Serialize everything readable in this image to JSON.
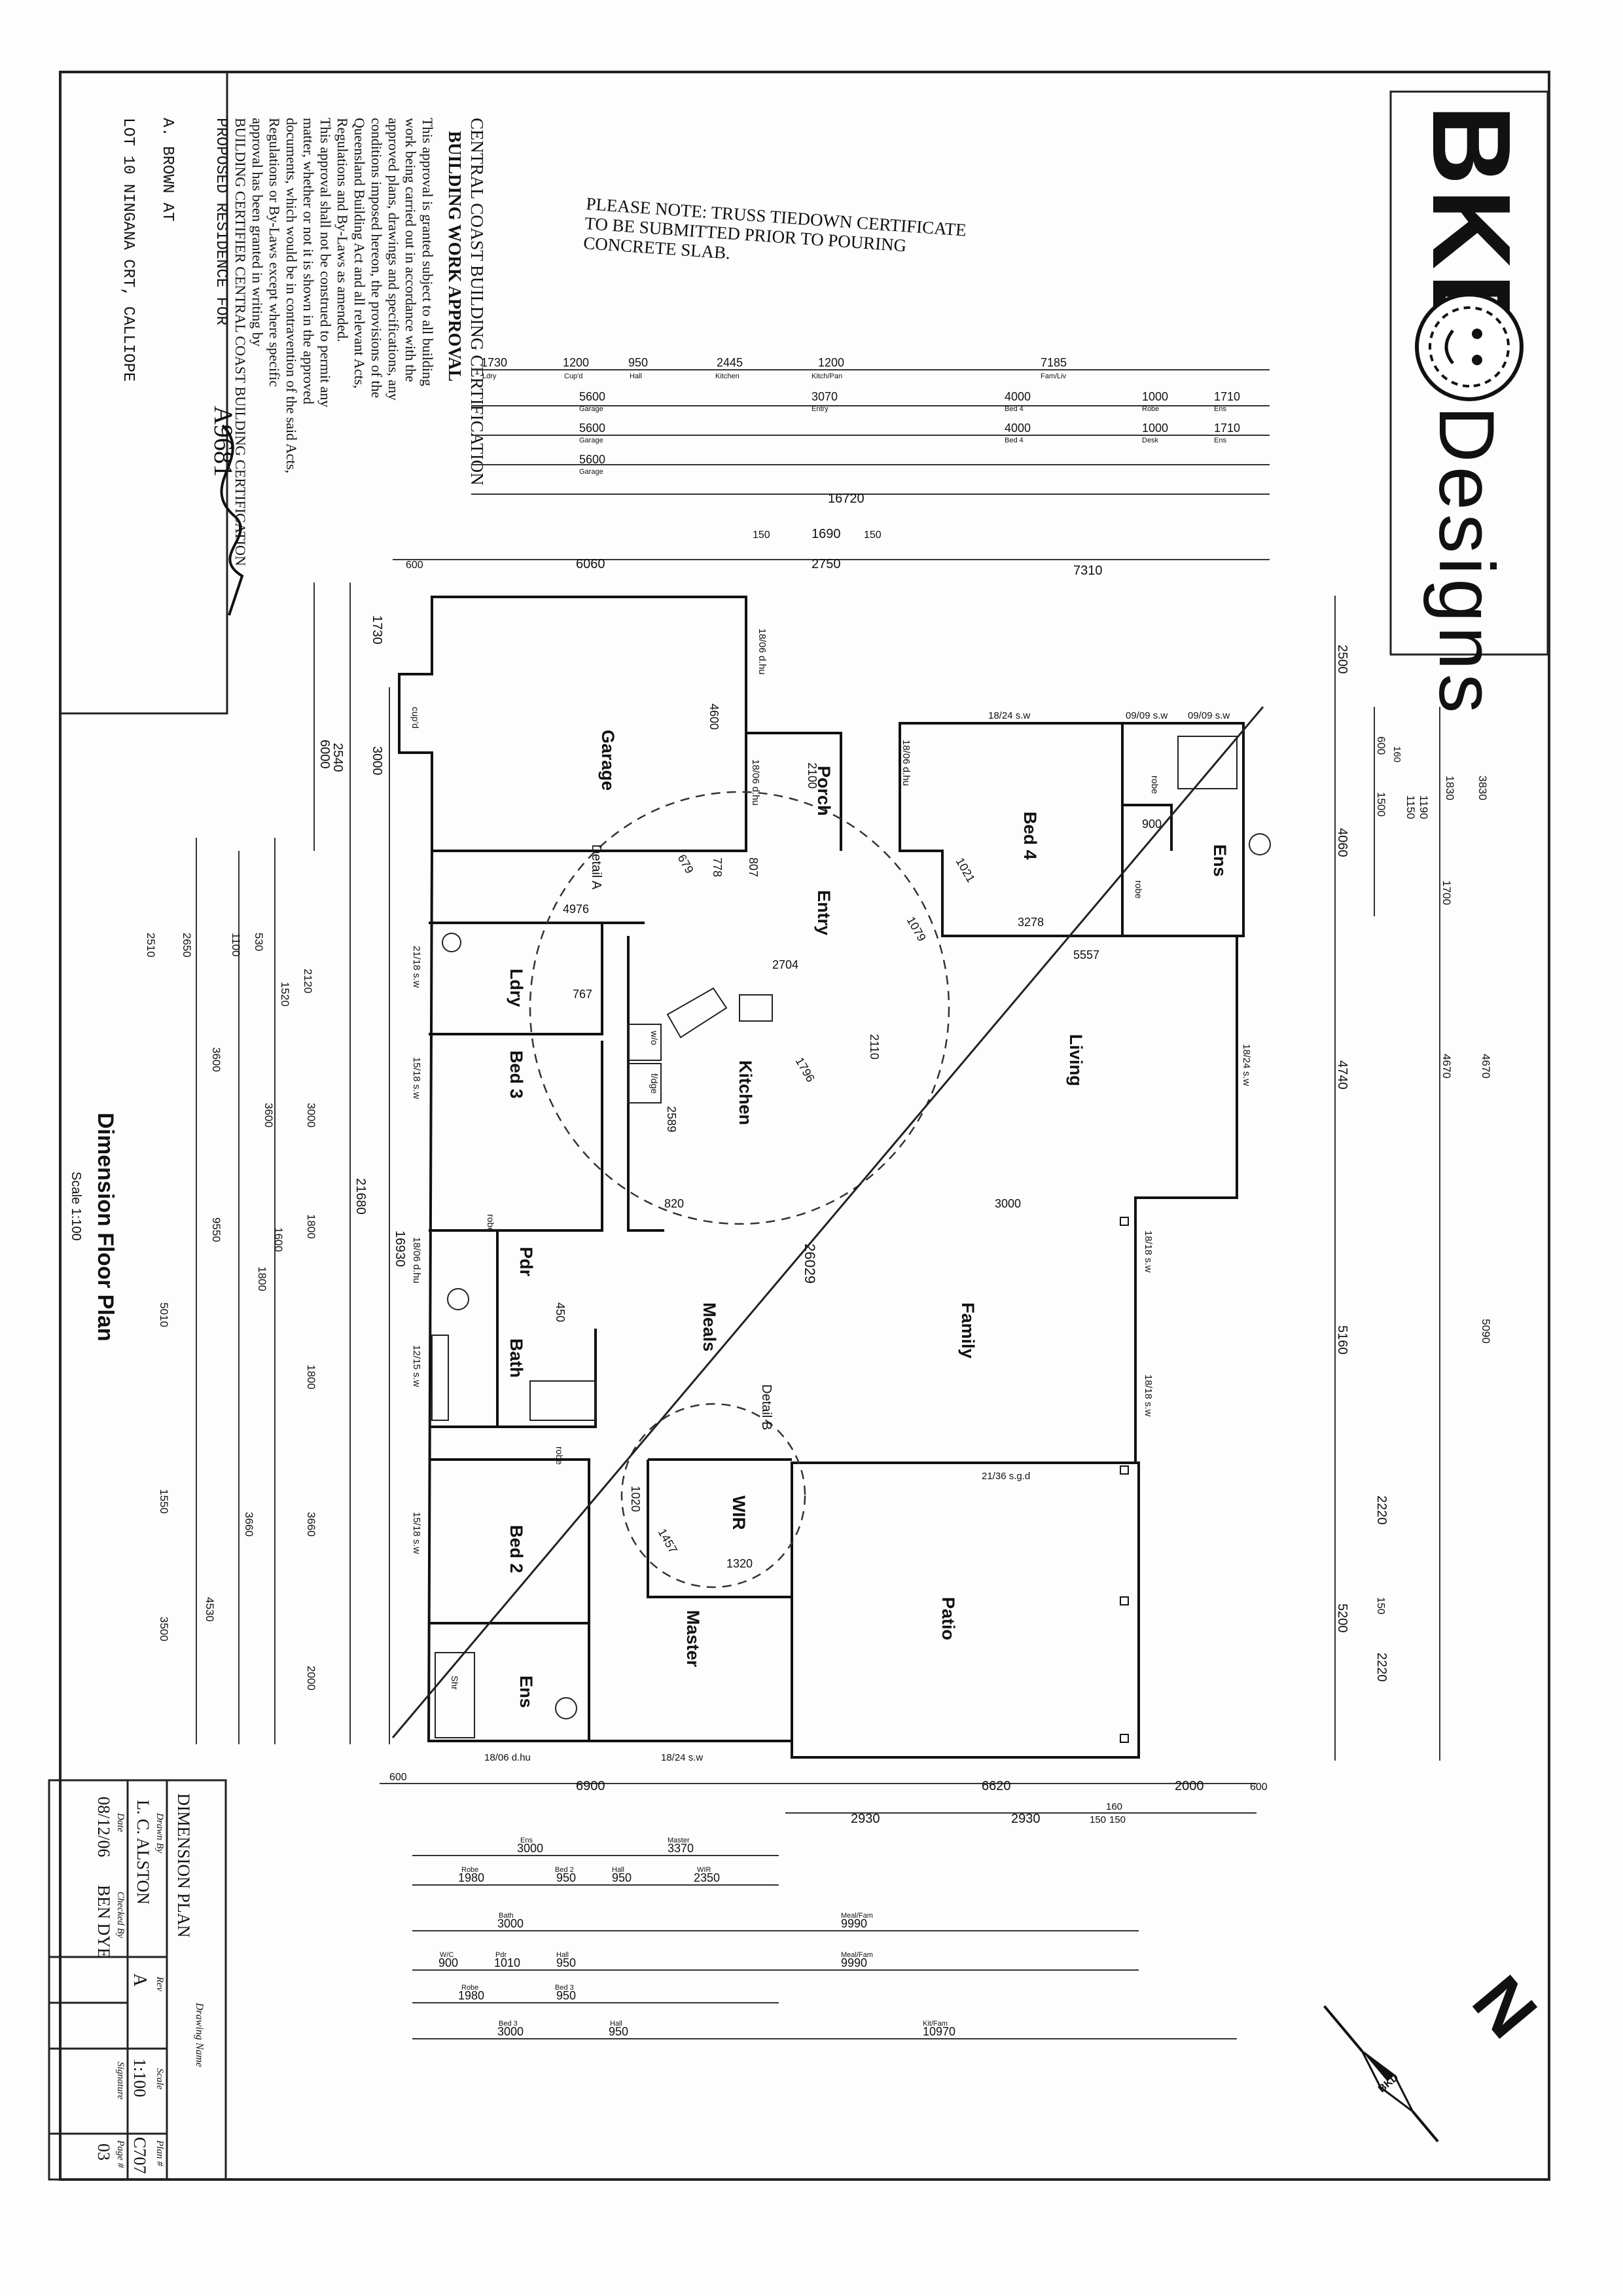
{
  "brand": {
    "name_bold": "BKD",
    "name_light": "Designs"
  },
  "note": {
    "line1": "PLEASE NOTE:   TRUSS TIEDOWN CERTIFICATE",
    "line2": "TO BE SUBMITTED PRIOR TO POURING",
    "line3": "CONCRETE SLAB."
  },
  "stamp": {
    "title1": "CENTRAL COAST BUILDING CERTIFICATION",
    "title2": "BUILDING WORK APPROVAL",
    "lines": [
      "This approval is granted subject to all building",
      "work being carried out in accordance with the",
      "approved plans, drawings and specifications, any",
      "conditions imposed hereon, the provisions of the",
      "Queensland Building Act and all relevant Acts,",
      "Regulations and By-Laws as amended.",
      "This approval shall not be construed to permit any",
      "matter, whether or not it is shown in the approved",
      "documents, which would be in contravention of the said Acts,",
      "Regulations or By-Laws except where specific",
      "approval has been granted in writing by",
      "BUILDING CERTIFIER  CENTRAL COAST BUILDING CERTIFICATION"
    ],
    "proposed": "PROPOSED RESIDENCE FOR",
    "approval_no": "A9681",
    "client": "A. BROWN AT",
    "lot": "LOT 10 NINGANA CRT, CALLIOPE"
  },
  "plan": {
    "title": "Dimension Floor Plan",
    "scale_note": "Scale 1:100",
    "rooms": {
      "garage": "Garage",
      "porch": "Porch",
      "entry": "Entry",
      "bed4": "Bed 4",
      "ens_top": "Ens",
      "ldry": "Ldry",
      "kitchen": "Kitchen",
      "living": "Living",
      "bed3": "Bed 3",
      "pdr": "Pdr",
      "bath": "Bath",
      "meals": "Meals",
      "family": "Family",
      "wir": "WIR",
      "master": "Master",
      "bed2": "Bed 2",
      "ens_bottom": "Ens",
      "patio": "Patio"
    },
    "details": {
      "a": "Detail A",
      "b": "Detail B"
    },
    "diagonal": "26029",
    "interior_dims": [
      "4976",
      "2704",
      "5557",
      "3278",
      "3000",
      "2589",
      "820",
      "767",
      "1796",
      "2110",
      "807",
      "778",
      "679",
      "1021",
      "1079",
      "1020",
      "1457",
      "1320",
      "2100",
      "450",
      "900",
      "4600"
    ],
    "window_labels": [
      "18/06 d.hu",
      "18/24 s.w",
      "09/09 s.w",
      "09/09 s.w",
      "18/06 d.hu",
      "18/06 d.hu",
      "21/18 s.w",
      "15/18 s.w",
      "18/06 d.hu",
      "12/15 s.w",
      "15/18 s.w",
      "18/06 d.hu",
      "18/24 s.w",
      "18/24 s.w",
      "18/18 s.w",
      "18/18 s.w",
      "21/36 s.g.d"
    ],
    "fixture_labels": [
      "cup'd",
      "robe",
      "robe",
      "robe",
      "robe",
      "w/o",
      "f/dge",
      "Shr"
    ]
  },
  "dims_top": [
    {
      "v": "1730",
      "l": "Ldry"
    },
    {
      "v": "1200",
      "l": "Cup'd"
    },
    {
      "v": "950",
      "l": "Hall"
    },
    {
      "v": "2445",
      "l": "Kitchen"
    },
    {
      "v": "1200",
      "l": "Kitch/Pan"
    },
    {
      "v": "7185",
      "l": "Fam/Liv"
    }
  ],
  "dims_top2": [
    {
      "v": "5600",
      "l": "Garage"
    },
    {
      "v": "3070",
      "l": "Entry"
    },
    {
      "v": "4000",
      "l": "Bed 4"
    },
    {
      "v": "1000",
      "l": "Robe"
    },
    {
      "v": "1710",
      "l": "Ens"
    }
  ],
  "dims_top3": [
    {
      "v": "5600",
      "l": "Garage"
    },
    {
      "v": "4000",
      "l": "Bed 4"
    },
    {
      "v": "1000",
      "l": "Desk"
    },
    {
      "v": "1710",
      "l": "Ens"
    }
  ],
  "dims_top4": [
    {
      "v": "5600",
      "l": "Garage"
    }
  ],
  "dims_overall_top": {
    "total": "16720",
    "a": "150",
    "b": "1690",
    "c": "150",
    "d": "600",
    "e": "6060",
    "f": "2750",
    "g": "7310"
  },
  "dims_bottom": {
    "a": "600",
    "b": "6900",
    "c": "6620",
    "d": "2000",
    "e": "600",
    "f": "2930",
    "g": "2930",
    "h": "150",
    "i": "150",
    "j": "160"
  },
  "dims_bottom_rows": [
    [
      {
        "v": "3000",
        "l": "Ens"
      },
      {
        "v": "3370",
        "l": "Master"
      }
    ],
    [
      {
        "v": "1980",
        "l": "Robe"
      },
      {
        "v": "950",
        "l": "Bed 2"
      },
      {
        "v": "950",
        "l": "Hall"
      },
      {
        "v": "2350",
        "l": "WIR"
      }
    ],
    [
      {
        "v": "3000",
        "l": "Bath"
      },
      {
        "v": "9990",
        "l": "Meal/Fam"
      }
    ],
    [
      {
        "v": "900",
        "l": "W/C"
      },
      {
        "v": "1010",
        "l": "Pdr"
      },
      {
        "v": "950",
        "l": "Hall"
      },
      {
        "v": "9990",
        "l": "Meal/Fam"
      }
    ],
    [
      {
        "v": "1980",
        "l": "Robe"
      },
      {
        "v": "950",
        "l": "Bed 3"
      }
    ],
    [
      {
        "v": "3000",
        "l": "Bed 3"
      },
      {
        "v": "950",
        "l": "Hall"
      },
      {
        "v": "10970",
        "l": "Kit/Fam"
      }
    ]
  ],
  "dims_left": {
    "total": "21680",
    "total2": "16930",
    "a": "1730",
    "b": "3000",
    "c": "6000",
    "d": "2540"
  },
  "dims_left_cols": [
    "2510",
    "2650",
    "1100",
    "530",
    "2120",
    "1520",
    "3000",
    "3600",
    "3600",
    "9550",
    "1800",
    "1600",
    "1800",
    "1800",
    "5010",
    "3660",
    "3660",
    "1550",
    "4530",
    "3500",
    "2000"
  ],
  "dims_right": {
    "a": "2500",
    "b": "4060",
    "c": "4740",
    "d": "5160",
    "e": "5200",
    "f": "2220",
    "g": "150",
    "h": "2220",
    "i": "1830",
    "j": "3830",
    "k": "1700",
    "l": "4670",
    "m": "4670",
    "n": "5090",
    "o": "600",
    "p": "1500",
    "q": "1150",
    "r": "1190",
    "s": "160"
  },
  "title_block": {
    "drawing_name_label": "Drawing Name",
    "drawing_name": "DIMENSION PLAN",
    "drawn_by_label": "Drawn By",
    "drawn_by": "L. C. ALSTON",
    "checked_by_label": "Checked By",
    "checked_by": "BEN DYE",
    "date_label": "Date",
    "date": "08/12/06",
    "rev_label": "Rev",
    "rev": "A",
    "scale_label": "Scale",
    "scale": "1:100",
    "signature_label": "Signature",
    "plan_label": "Plan #",
    "plan_no": "C707",
    "page_label": "Page #",
    "page_no": "03"
  },
  "compass": {
    "north": "N",
    "logo": "BKD"
  }
}
